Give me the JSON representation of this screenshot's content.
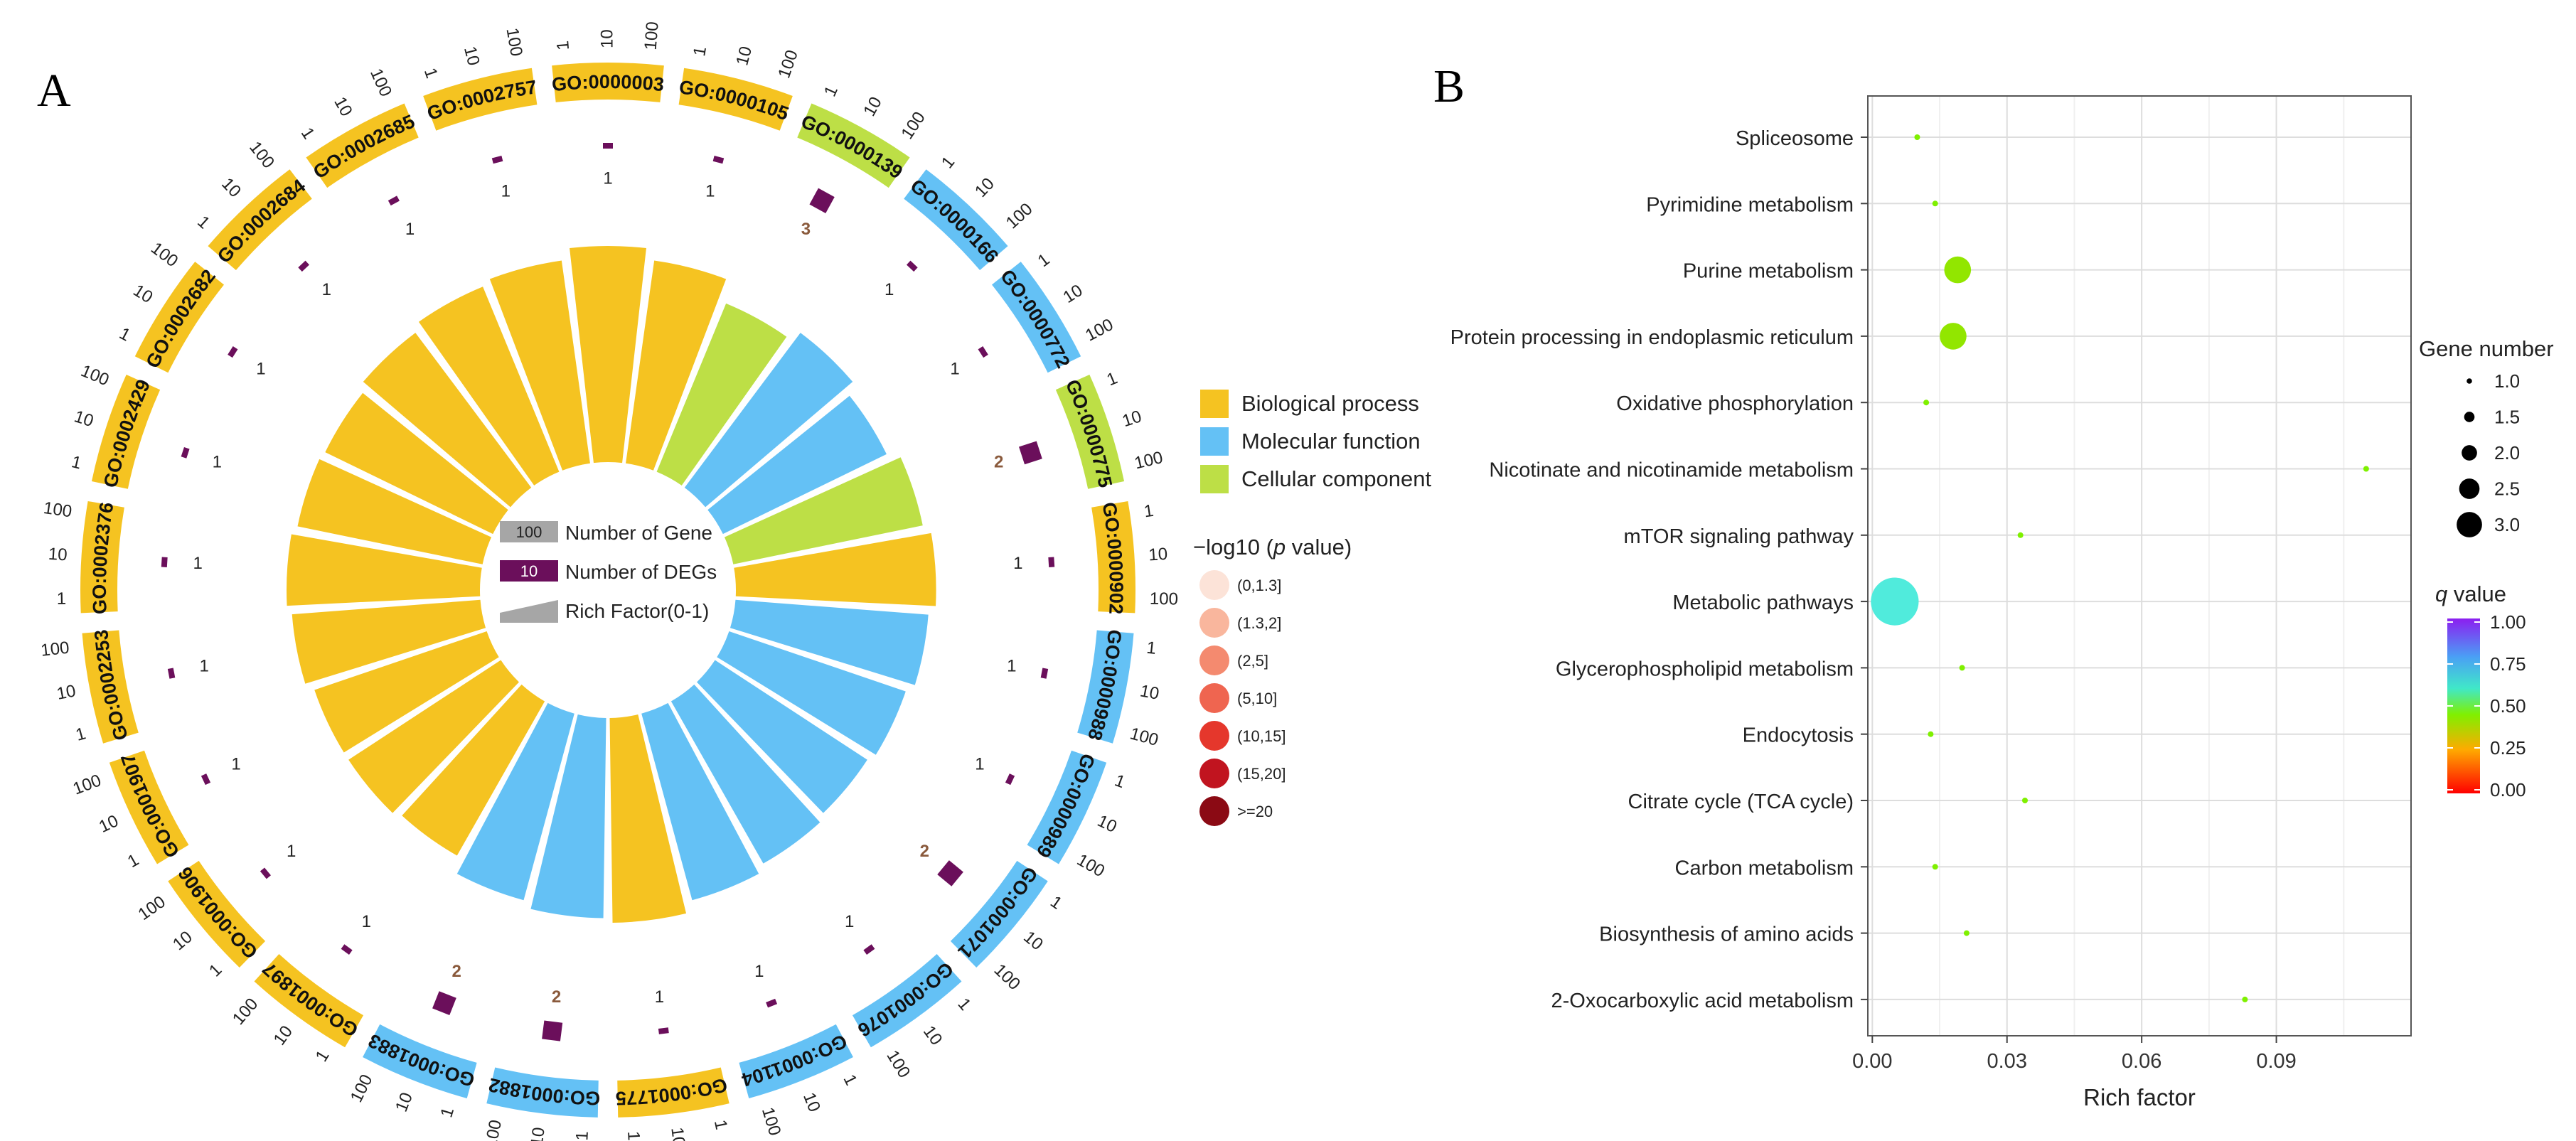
{
  "panels": {
    "a_label": "A",
    "b_label": "B"
  },
  "colors": {
    "biological_process": "#F5C321",
    "molecular_function": "#64C1F5",
    "cellular_component": "#BDDF46",
    "gene_box": "#A6A6A6",
    "deg_box": "#6B0F5B"
  },
  "chart_data": [
    {
      "type": "circular-bar",
      "terms": [
        {
          "id": "GO:0000003",
          "category": "biological_process",
          "deg": 1,
          "rich": 0.95
        },
        {
          "id": "GO:0000105",
          "category": "biological_process",
          "deg": 1,
          "rich": 0.9
        },
        {
          "id": "GO:0000139",
          "category": "cellular_component",
          "deg": 3,
          "rich": 0.8
        },
        {
          "id": "GO:0000166",
          "category": "molecular_function",
          "deg": 1,
          "rich": 0.85
        },
        {
          "id": "GO:0000772",
          "category": "molecular_function",
          "deg": 1,
          "rich": 0.8
        },
        {
          "id": "GO:0000775",
          "category": "cellular_component",
          "deg": 2,
          "rich": 0.85
        },
        {
          "id": "GO:0000902",
          "category": "biological_process",
          "deg": 1,
          "rich": 0.88
        },
        {
          "id": "GO:0000988",
          "category": "molecular_function",
          "deg": 1,
          "rich": 0.85
        },
        {
          "id": "GO:0000989",
          "category": "molecular_function",
          "deg": 1,
          "rich": 0.82
        },
        {
          "id": "GO:0001071",
          "category": "molecular_function",
          "deg": 2,
          "rich": 0.8
        },
        {
          "id": "GO:0001076",
          "category": "molecular_function",
          "deg": 1,
          "rich": 0.82
        },
        {
          "id": "GO:0001104",
          "category": "molecular_function",
          "deg": 1,
          "rich": 0.85
        },
        {
          "id": "GO:0001775",
          "category": "biological_process",
          "deg": 1,
          "rich": 0.9
        },
        {
          "id": "GO:0001882",
          "category": "molecular_function",
          "deg": 2,
          "rich": 0.88
        },
        {
          "id": "GO:0001883",
          "category": "molecular_function",
          "deg": 2,
          "rich": 0.85
        },
        {
          "id": "GO:0001897",
          "category": "biological_process",
          "deg": 1,
          "rich": 0.78
        },
        {
          "id": "GO:0001906",
          "category": "biological_process",
          "deg": 1,
          "rich": 0.8
        },
        {
          "id": "GO:0001907",
          "category": "biological_process",
          "deg": 1,
          "rich": 0.8
        },
        {
          "id": "GO:0002253",
          "category": "biological_process",
          "deg": 1,
          "rich": 0.83
        },
        {
          "id": "GO:0002376",
          "category": "biological_process",
          "deg": 1,
          "rich": 0.85
        },
        {
          "id": "GO:0002429",
          "category": "biological_process",
          "deg": 1,
          "rich": 0.83
        },
        {
          "id": "GO:0002682",
          "category": "biological_process",
          "deg": 1,
          "rich": 0.82
        },
        {
          "id": "GO:0002684",
          "category": "biological_process",
          "deg": 1,
          "rich": 0.85
        },
        {
          "id": "GO:0002685",
          "category": "biological_process",
          "deg": 1,
          "rich": 0.88
        },
        {
          "id": "GO:0002757",
          "category": "biological_process",
          "deg": 1,
          "rich": 0.9
        }
      ],
      "outer_ticks": [
        "1",
        "10",
        "100"
      ],
      "center_legend": {
        "gene_value": "100",
        "gene_label": "Number of Gene",
        "deg_value": "10",
        "deg_label": "Number of DEGs",
        "rich_label": "Rich Factor(0-1)"
      },
      "category_legend": [
        {
          "key": "biological_process",
          "label": "Biological process"
        },
        {
          "key": "molecular_function",
          "label": "Molecular function"
        },
        {
          "key": "cellular_component",
          "label": "Cellular component"
        }
      ],
      "pvalue_legend": {
        "title_prefix": "−log10 (",
        "title_italic": "p",
        "title_suffix": " value)",
        "items": [
          {
            "label": "(0,1.3]",
            "color": "#FCE3D8"
          },
          {
            "label": "(1.3,2]",
            "color": "#F9B69D"
          },
          {
            "label": "(2,5]",
            "color": "#F48A6F"
          },
          {
            "label": "(5,10]",
            "color": "#EF6550"
          },
          {
            "label": "(10,15]",
            "color": "#E5372C"
          },
          {
            "label": "(15,20]",
            "color": "#C1141F"
          },
          {
            "label": ">=20",
            "color": "#8B0A14"
          }
        ]
      }
    },
    {
      "type": "scatter",
      "pathways": [
        {
          "name": "Spliceosome",
          "rich": 0.01,
          "genes": 1,
          "q": 0.45
        },
        {
          "name": "Pyrimidine metabolism",
          "rich": 0.014,
          "genes": 1,
          "q": 0.45
        },
        {
          "name": "Purine metabolism",
          "rich": 0.019,
          "genes": 3,
          "q": 0.42
        },
        {
          "name": "Protein processing in endoplasmic reticulum",
          "rich": 0.018,
          "genes": 3,
          "q": 0.42
        },
        {
          "name": "Oxidative phosphorylation",
          "rich": 0.012,
          "genes": 1,
          "q": 0.45
        },
        {
          "name": "Nicotinate and nicotinamide metabolism",
          "rich": 0.11,
          "genes": 1,
          "q": 0.45
        },
        {
          "name": "mTOR signaling pathway",
          "rich": 0.033,
          "genes": 1,
          "q": 0.45
        },
        {
          "name": "Metabolic pathways",
          "rich": 0.005,
          "genes": 5,
          "q": 0.62
        },
        {
          "name": "Glycerophospholipid metabolism",
          "rich": 0.02,
          "genes": 1,
          "q": 0.45
        },
        {
          "name": "Endocytosis",
          "rich": 0.013,
          "genes": 1,
          "q": 0.45
        },
        {
          "name": "Citrate cycle (TCA cycle)",
          "rich": 0.034,
          "genes": 1,
          "q": 0.45
        },
        {
          "name": "Carbon metabolism",
          "rich": 0.014,
          "genes": 1,
          "q": 0.45
        },
        {
          "name": "Biosynthesis of amino acids",
          "rich": 0.021,
          "genes": 1,
          "q": 0.45
        },
        {
          "name": "2-Oxocarboxylic acid metabolism",
          "rich": 0.083,
          "genes": 1,
          "q": 0.45
        }
      ],
      "xlabel": "Rich factor",
      "xlim": [
        -0.001,
        0.12
      ],
      "xticks": [
        0.0,
        0.03,
        0.06,
        0.09
      ],
      "xtick_labels": [
        "0.00",
        "0.03",
        "0.06",
        "0.09"
      ],
      "grid": true,
      "size_legend": {
        "title": "Gene number",
        "values": [
          "1.0",
          "1.5",
          "2.0",
          "2.5",
          "3.0"
        ]
      },
      "color_legend": {
        "title_italic": "q",
        "title_suffix": " value",
        "ticks": [
          "1.00",
          "0.75",
          "0.50",
          "0.25",
          "0.00"
        ]
      },
      "legend_position": "right"
    }
  ]
}
